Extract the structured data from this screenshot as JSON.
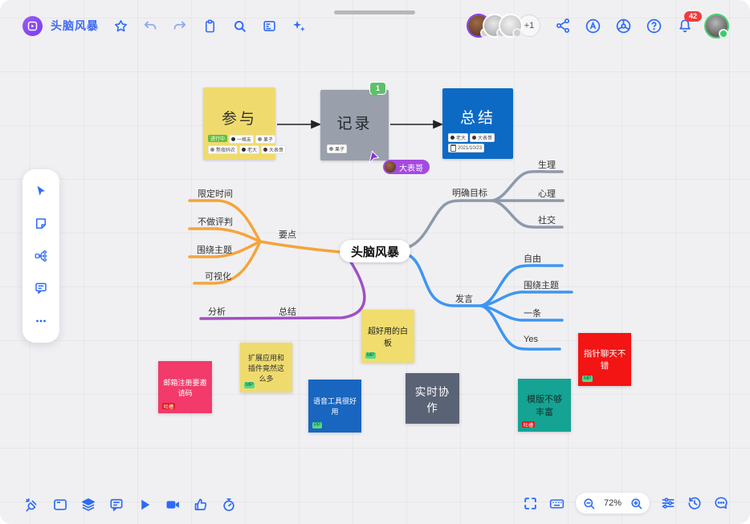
{
  "topbar": {
    "title": "头脑风暴",
    "collaborators_overflow": "+1",
    "notification_count": "42"
  },
  "flowchart": {
    "nodes": [
      {
        "label": "参与",
        "color": "#efdb6d",
        "status": "进行中",
        "members": [
          "一格友",
          "果子",
          "熬夜码农",
          "老大",
          "大表哥"
        ]
      },
      {
        "label": "记录",
        "color": "#9aa0ab",
        "comment_count": "1",
        "members": [
          "果子"
        ]
      },
      {
        "label": "总结",
        "color": "#0c6ac5",
        "members": [
          "老大",
          "大表哥"
        ],
        "date": "2021/10/23"
      }
    ]
  },
  "live_cursor": {
    "user": "大表哥",
    "color": "#a44ae1"
  },
  "mindmap": {
    "center": "头脑风暴",
    "branches": [
      {
        "label": "要点",
        "color": "#f5a43b",
        "children": [
          "限定时间",
          "不做评判",
          "围绕主题",
          "可视化"
        ]
      },
      {
        "label": "总结",
        "color": "#a150c4",
        "children": [
          "分析"
        ]
      },
      {
        "label": "明确目标",
        "color": "#8e99aa",
        "children": [
          "生理",
          "心理",
          "社交"
        ]
      },
      {
        "label": "发言",
        "color": "#3e96f2",
        "children": [
          "自由",
          "围绕主题",
          "一条",
          "Yes"
        ]
      }
    ]
  },
  "notes": [
    {
      "text": "邮箱注册要邀请码",
      "color": "#f23a6b",
      "tag": "吐槽"
    },
    {
      "text": "扩展应用和插件竟然这么多",
      "color": "#efdb6d",
      "tag": "MP"
    },
    {
      "text": "超好用的白板",
      "color": "#f0dd6e",
      "tag": "MP"
    },
    {
      "text": "语音工具很好用",
      "color": "#1866c0",
      "tag": "PP"
    },
    {
      "text": "实时协作",
      "color": "#5a6375"
    },
    {
      "text": "模版不够丰富",
      "color": "#15a393",
      "tag": "吐槽"
    },
    {
      "text": "指针聊天不错",
      "color": "#f31414",
      "tag": "MP"
    }
  ],
  "bottombar": {
    "zoom_level": "72%"
  }
}
